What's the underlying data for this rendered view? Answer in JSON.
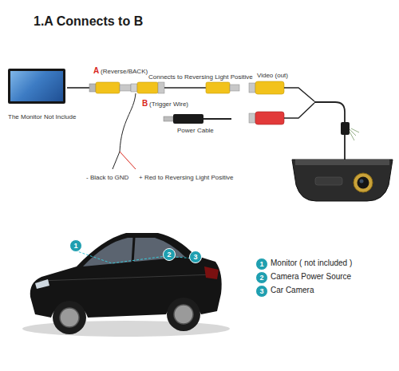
{
  "diagram": {
    "title": "1.A Connects to B",
    "nodes": [
      {
        "text": [
          "The Monitor Not Include"
        ]
      }
    ],
    "labels": [
      "A",
      "(Reverse/BACK)",
      "Connects to Reversing Light Positive",
      "B",
      "(Trigger Wire)",
      "Power Cable",
      "Video (out)",
      "- Black to GND",
      "+ Red to Reversing Light Positive",
      "1",
      "2",
      "3",
      "1",
      "Monitor ( not included )",
      "2",
      "Camera Power Source",
      "3",
      "Car Camera"
    ]
  }
}
